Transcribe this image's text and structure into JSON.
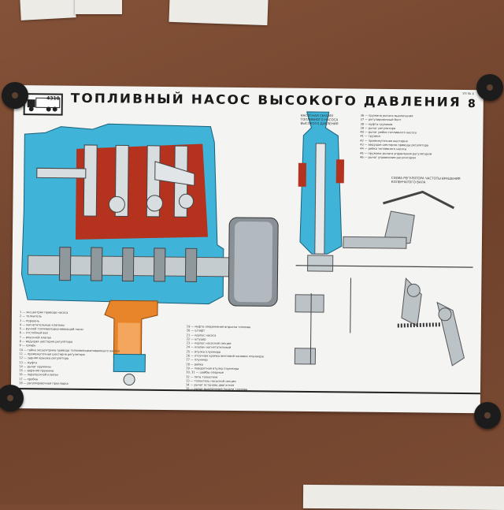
{
  "poster": {
    "title": "ТОПЛИВНЫЙ НАСОС ВЫСОКОГО ДАВЛЕНИЯ",
    "sheet_number": "8",
    "sheet_code": "УП № 4",
    "logo_text": "4310",
    "section_caption": "Насосная секция топливного насоса высокого давления",
    "regulator_caption": "Схема регулятора частоты вращения коленчатого вала",
    "legend_left": [
      "1 — эксцентрик привода насоса",
      "2 — толкатель",
      "3 — поршень",
      "4 — нагнетательные клапаны",
      "5 — ручной топливоподкачивающий насос",
      "6 — отстойный вал",
      "7 — впускной клапан",
      "8 — ведущая шестерня регулятора",
      "9 — сухарь",
      "10 — гайка эксцентрика привода топливоподкачивающего насоса",
      "11 — промежуточная шестерня регулятора",
      "12 — задняя крышка регулятора",
      "13 — муфта",
      "14 — рычаг пружины",
      "15 — верхняя пружина",
      "16 — перепускной клапан",
      "17 — пробка",
      "18 — регулировочная прокладка"
    ],
    "legend_middle": [
      "19 — муфта опережения впрыска топлива",
      "20 — штифт",
      "21 — корпус насоса",
      "22 — штуцер",
      "23 — корпус насосной секции",
      "24 — клапан нагнетательный",
      "25 — втулка плунжера",
      "26 — отсечная кромка винтовой канавки плунжера",
      "27 — плунжер",
      "28 — рейка",
      "29 — поворотная втулка плунжера",
      "30, 31 — шайбы опорные",
      "32 — пята толкателя",
      "33 — толкатель насосной секции",
      "34 — рычаг останова двигателя",
      "35 — рычаг выключения подачи топлива"
    ],
    "legend_right": [
      "36 — пружина рычага выключения",
      "37 — регулировочный болт",
      "38 — муфта грузиков",
      "39 — рычаг регулятора",
      "40 — рычаг рейки топливного насоса",
      "41 — грузики",
      "42 — промежуточная шестерня",
      "43 — ведущая шестерня привода регулятора",
      "44 — рейка топливного насоса",
      "45 — пружина рычага управления регулятором",
      "46 — рычаг управления регулятором"
    ]
  },
  "colors": {
    "cyan": "#3fb3d8",
    "red": "#b4321e",
    "orange": "#e8842a",
    "steel": "#9aa3a8",
    "floor": "#7a4a32"
  }
}
